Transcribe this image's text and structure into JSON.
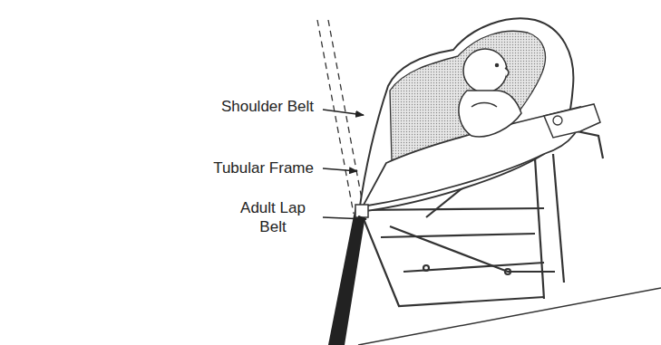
{
  "diagram": {
    "labels": [
      "Shoulder Belt",
      "Tubular Frame",
      "Adult Lap Belt"
    ]
  }
}
